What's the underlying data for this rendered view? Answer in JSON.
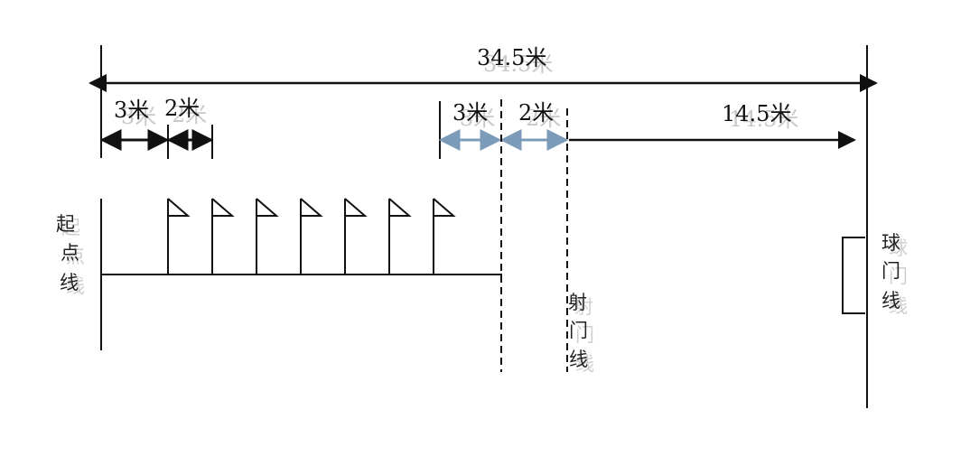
{
  "dimensions": {
    "total": "34.5米",
    "left_first": "3米",
    "left_second": "2米",
    "mid_first": "3米",
    "mid_second": "2米",
    "right": "14.5米"
  },
  "vertical_labels": {
    "start_line": [
      "起",
      "点",
      "线"
    ],
    "shooting_line": [
      "射",
      "门",
      "线"
    ],
    "goal_line": [
      "球",
      "门",
      "线"
    ]
  },
  "flags": {
    "count": 7
  },
  "colors": {
    "line": "#111111",
    "blue_arrow": "#7b9bb8",
    "shadow_text": "#c9c9c9"
  }
}
